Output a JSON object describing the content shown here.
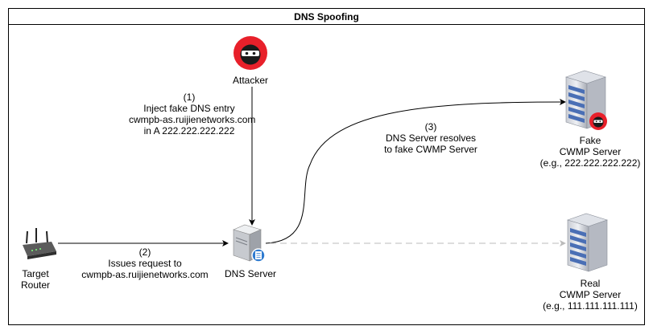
{
  "diagram": {
    "title": "DNS Spoofing",
    "nodes": {
      "attacker": {
        "label": "Attacker"
      },
      "target": {
        "label_lines": [
          "Target",
          "Router"
        ]
      },
      "dns": {
        "label": "DNS Server"
      },
      "fake": {
        "label_lines": [
          "Fake",
          "CWMP Server",
          "(e.g., 222.222.222.222)"
        ]
      },
      "real": {
        "label_lines": [
          "Real",
          "CWMP Server",
          "(e.g., 111.111.111.111)"
        ]
      }
    },
    "edges": {
      "step1": {
        "lines": [
          "(1)",
          "Inject fake DNS entry",
          "cwmpb-as.ruijienetworks.com",
          "in A 222.222.222.222"
        ]
      },
      "step2": {
        "lines": [
          "(2)",
          "Issues request to",
          "cwmpb-as.ruijienetworks.com"
        ]
      },
      "step3": {
        "lines": [
          "(3)",
          "DNS Server resolves",
          "to fake CWMP Server"
        ]
      }
    },
    "colors": {
      "attacker_red": "#e8202a",
      "server_blue": "#4a6fb5",
      "dashed_edge": "#bbbbbb"
    }
  }
}
